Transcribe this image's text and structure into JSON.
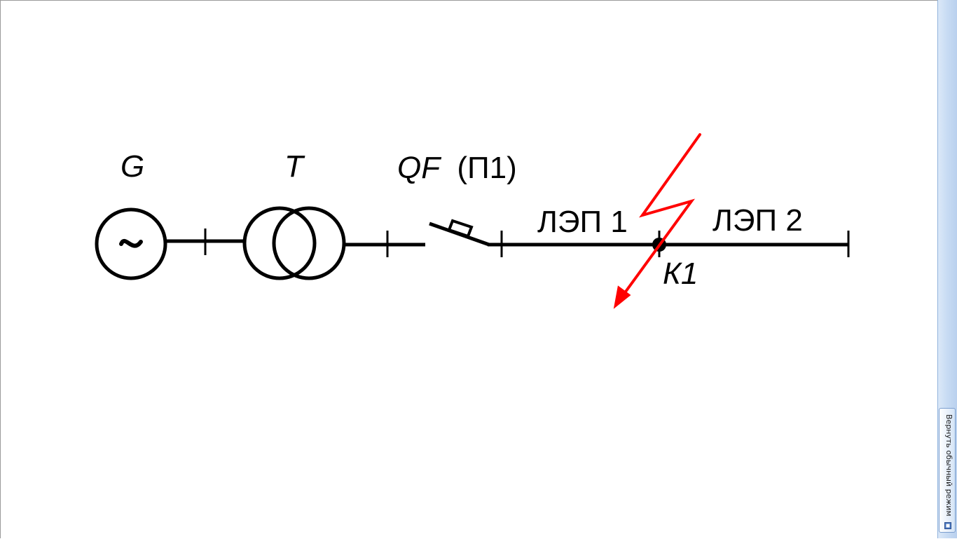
{
  "labels": {
    "generator": "G",
    "transformer": "T",
    "breaker_name": "QF",
    "breaker_note": "(П1)",
    "line1": "ЛЭП 1",
    "line2": "ЛЭП 2",
    "fault_point": "К1"
  },
  "side_panel": {
    "restore_button_label": "Вернуть обычный режим"
  },
  "colors": {
    "lines": "#000000",
    "fault": "#ff0000",
    "panel": "#c7dbf3"
  },
  "icons": {
    "generator_symbol": "tilde-in-circle",
    "fault_symbol": "lightning-arrow",
    "restore_icon": "restore-icon"
  }
}
